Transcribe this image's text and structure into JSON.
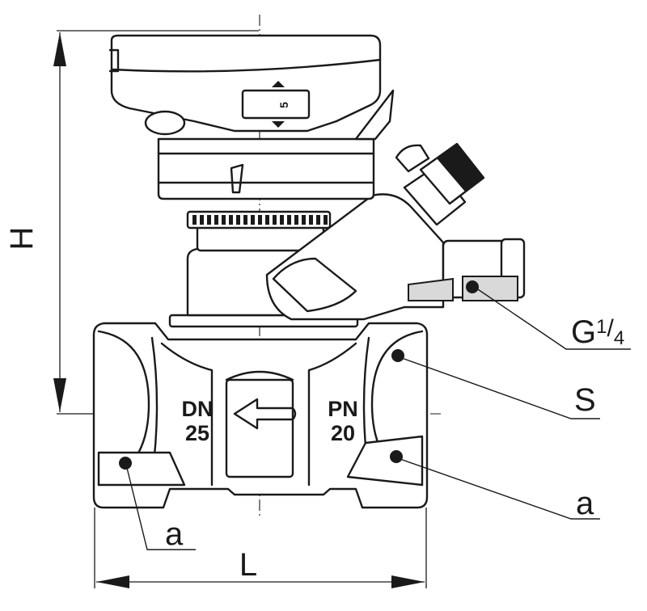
{
  "dimensions": {
    "height_label": "H",
    "length_label": "L"
  },
  "callouts": {
    "thread_main": "G",
    "thread_sup": "1",
    "thread_frac": "/",
    "thread_sub": "4",
    "wrench_size": "S",
    "tap_left": "a",
    "tap_right": "a"
  },
  "body_markings": {
    "dn_label": "DN",
    "dn_value": "25",
    "pn_label": "PN",
    "pn_value": "20"
  },
  "handwheel": {
    "scale_value": "5"
  }
}
